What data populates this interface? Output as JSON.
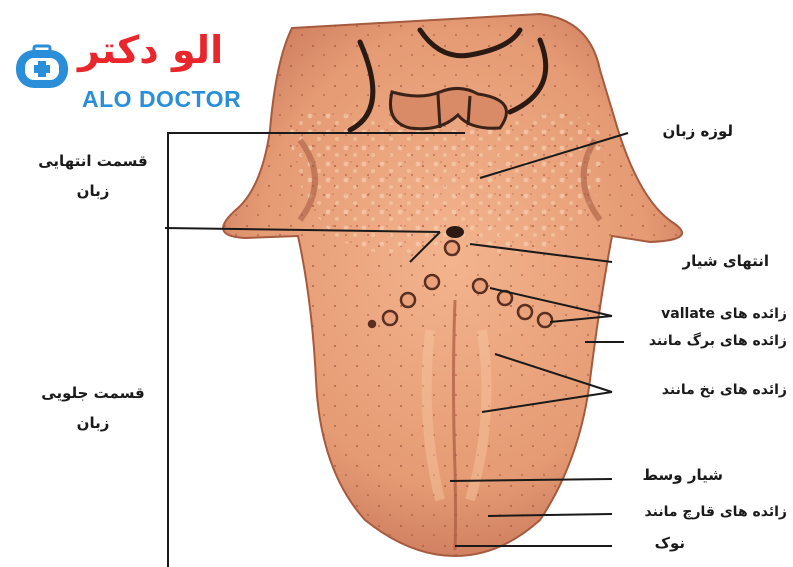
{
  "logo": {
    "persian": "الو دکتر",
    "english": "ALO DOCTOR",
    "colors": {
      "red": "#e8262c",
      "blue": "#2a8fd8"
    }
  },
  "regions": {
    "posterior": [
      "قسمت انتهایی",
      "زبان"
    ],
    "anterior": [
      "قسمت جلویی",
      "زبان"
    ]
  },
  "labels": {
    "lingual_tonsil": "لوزه زبان",
    "terminal_sulcus": "انتهای شیار",
    "vallate": "زائده های vallate",
    "foliate": "زائده های برگ مانند",
    "filiform": "زائده های نخ مانند",
    "median_sulcus": "شیار وسط",
    "fungiform": "زائده های قارچ مانند",
    "tip": "نوک"
  },
  "colors": {
    "tongue": "#e9a27c",
    "tongue_dark": "#c8714f",
    "tongue_light": "#f6c8a4"
  }
}
